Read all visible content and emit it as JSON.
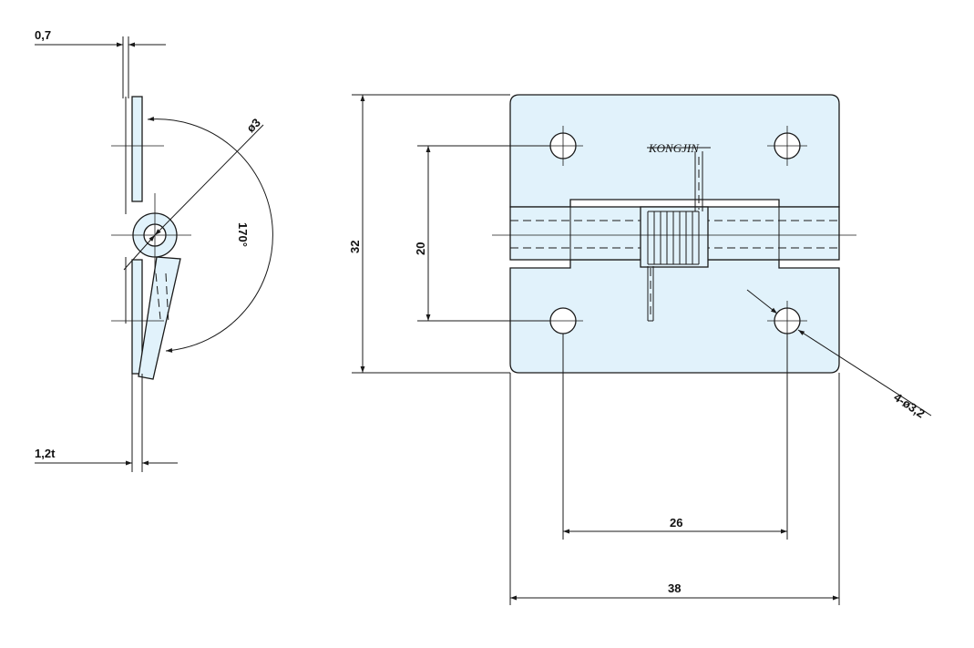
{
  "colors": {
    "part_fill": "#e1f2fb",
    "line": "#1a1a1a"
  },
  "side_view": {
    "thickness_top_label": "0,7",
    "thickness_bottom_label": "1,2t",
    "pin_diameter_label": "ø3",
    "opening_angle_label": "170°"
  },
  "front_view": {
    "brand_text": "KONGJIN",
    "height_label": "32",
    "hole_pitch_vertical_label": "20",
    "hole_pitch_horizontal_label": "26",
    "width_label": "38",
    "holes_label": "4-ø3,2"
  }
}
